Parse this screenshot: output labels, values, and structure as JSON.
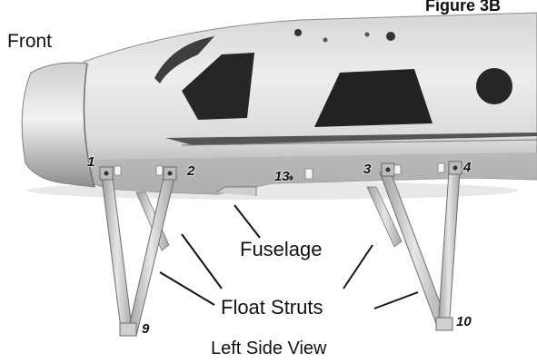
{
  "figure_title": "Figure 3B",
  "labels": {
    "front": "Front",
    "fuselage": "Fuselage",
    "float_struts": "Float Struts",
    "view": "Left Side View"
  },
  "callouts": [
    "1",
    "2",
    "13",
    "3",
    "4",
    "9",
    "10"
  ]
}
